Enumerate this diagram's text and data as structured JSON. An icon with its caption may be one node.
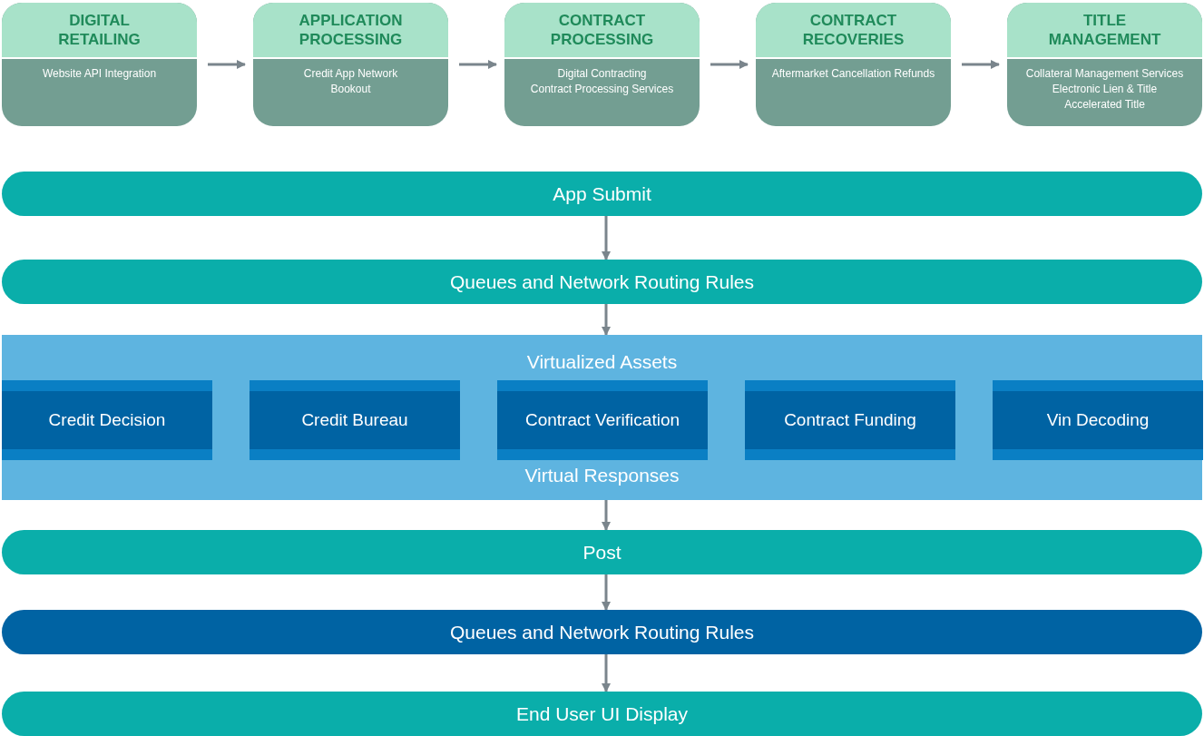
{
  "diagram": {
    "nodes": [
      {
        "text": [
          "DIGITAL RETAILING",
          "Website API Integration"
        ]
      },
      {
        "text": [
          "APPLICATION PROCESSING",
          "Credit App Network",
          "Bookout"
        ]
      },
      {
        "text": [
          "CONTRACT PROCESSING",
          "Digital Contracting",
          "Contract Processing Services"
        ]
      },
      {
        "text": [
          "CONTRACT RECOVERIES",
          "Aftermarket Cancellation Refunds"
        ]
      },
      {
        "text": [
          "TITLE MANAGEMENT",
          "Collateral Management Services",
          "Electronic Lien & Title",
          "Accelerated Title"
        ]
      },
      {
        "text": [
          "App Submit"
        ]
      },
      {
        "text": [
          "Queues and Network Routing Rules"
        ]
      },
      {
        "text": [
          "Virtualized Assets",
          "Virtual Responses"
        ]
      },
      {
        "text": [
          "Credit Decision"
        ],
        "in": 7
      },
      {
        "text": [
          "Credit Bureau"
        ],
        "in": 7
      },
      {
        "text": [
          "Contract Verification"
        ],
        "in": 7
      },
      {
        "text": [
          "Contract Funding"
        ],
        "in": 7
      },
      {
        "text": [
          "Vin Decoding"
        ],
        "in": 7
      },
      {
        "text": [
          "Post"
        ]
      },
      {
        "text": [
          "Queues and Network Routing Rules"
        ]
      },
      {
        "text": [
          "End User UI Display"
        ]
      }
    ],
    "edges": [
      {
        "from": 0,
        "to": 1,
        "arrow": "to"
      },
      {
        "from": 1,
        "to": 2,
        "arrow": "to"
      },
      {
        "from": 2,
        "to": 3,
        "arrow": "to"
      },
      {
        "from": 3,
        "to": 4,
        "arrow": "to"
      },
      {
        "from": 5,
        "to": 6,
        "arrow": "to"
      },
      {
        "from": 6,
        "to": 7,
        "arrow": "to"
      },
      {
        "from": 7,
        "to": 13,
        "arrow": "to"
      },
      {
        "from": 13,
        "to": 14,
        "arrow": "to"
      },
      {
        "from": 14,
        "to": 15,
        "arrow": "to"
      }
    ]
  }
}
